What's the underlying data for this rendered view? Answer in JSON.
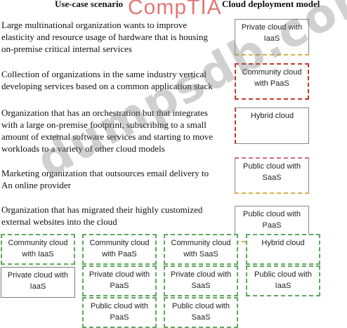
{
  "headers": {
    "scenario": "Use-case scenario",
    "model": "Cloud deployment model"
  },
  "logo_text": "CompTIA",
  "watermark": "dumpsdb.com",
  "scenarios": [
    "Large multinational organization wants to improve elasticity and resource usage of hardware that is housing on-premise critical internal services",
    "Collection of organizations in the same industry vertical developing services based on a common application stack",
    "Organization that has an orchestration but that integrates with a large on-premise footprint, subscribing to a small amount of external software services and starting to move workloads to a variety of other cloud models",
    "Marketing organization that outsources email delivery to An online provider",
    "Organization that has migrated their highly customized external websites into the cloud"
  ],
  "answers": [
    "Private cloud with IaaS",
    "Community cloud with PaaS",
    "Hybrid cloud",
    "Public cloud with SaaS",
    "Public cloud with PaaS"
  ],
  "options": [
    "Community cloud with IaaS",
    "Community cloud with PaaS",
    "Community cloud with SaaS",
    "Hybrid cloud",
    "Private cloud with IaaS",
    "Private cloud with PaaS",
    "Private cloud with SaaS",
    "Public cloud with IaaS",
    "Public cloud with PaaS",
    "Public cloud with SaaS"
  ]
}
